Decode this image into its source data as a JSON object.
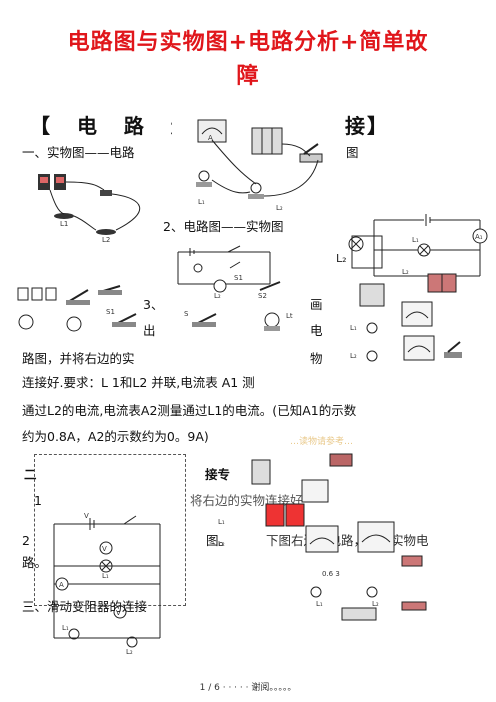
{
  "title_line1": "电路图与实物图+电路分析+简单故",
  "title_line2": "障",
  "section_heading_left": "【 电 路 连",
  "section_heading_right": "接】",
  "s1_left": "一、实物图——电路",
  "s1_right": "图",
  "s2": "2、电路图——实物图",
  "s3_num": "3、",
  "s3_hua": "画",
  "s3_chu": "出",
  "s3_dian": "电",
  "s3_line2": "路图，并将右边的实",
  "s3_wu": "物",
  "para1": "连接好.要求：L 1和L2 并联,电流表 A1 测",
  "para2": "通过L2的电流,电流表A2测量通过L1的电流。(已知A1的示数",
  "para3": "约为0.8A，A2的示数约为0。9A)",
  "faint_mark": "…读物请参考…",
  "s_er_fragment": "二",
  "s_jie": "接专",
  "row_1": "1",
  "row_1_right": "将右边的实物连接好",
  "row_2": "2",
  "row_2_mid": "图。",
  "row_2_right": "下图右边的电路，连成实物电",
  "row_2_end": "路。",
  "s3_title": "三、滑动变阻器的连接",
  "footer": "1 / 6 · · · · · 谢阅。。。。。",
  "labels": {
    "A": "A",
    "A1": "A₁",
    "L1": "L₁",
    "L2": "L₂",
    "L1b": "L1",
    "L2b": "L2",
    "Lt": "Lt",
    "S": "S",
    "S1": "S1",
    "S2": "S2",
    "V": "V",
    "scale": "0.6 3"
  },
  "colors": {
    "title": "#e0161b",
    "ink": "#111111"
  }
}
